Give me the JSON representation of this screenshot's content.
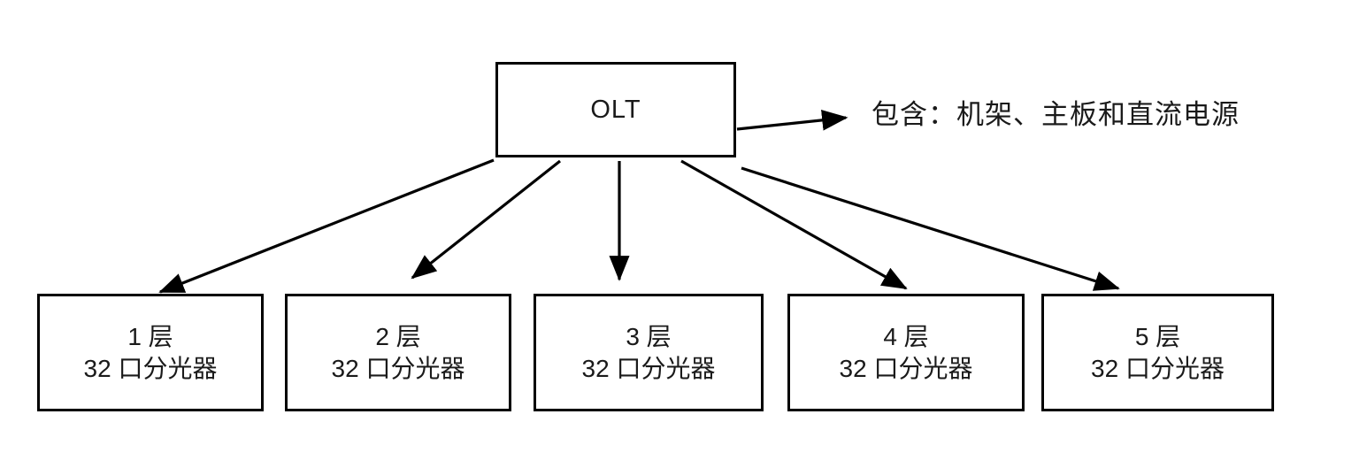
{
  "diagram": {
    "title_node": {
      "label": "OLT",
      "note_arrow_icon": "arrow-right-icon"
    },
    "side_note": "包含：机架、主板和直流电源",
    "leaf_nodes": [
      {
        "line1": "1 层",
        "line2": "32 口分光器"
      },
      {
        "line1": "2 层",
        "line2": "32 口分光器"
      },
      {
        "line1": "3 层",
        "line2": "32 口分光器"
      },
      {
        "line1": "4 层",
        "line2": "32 口分光器"
      },
      {
        "line1": "5 层",
        "line2": "32 口分光器"
      }
    ],
    "colors": {
      "stroke": "#000000",
      "text": "#1a1a1a",
      "background": "#ffffff"
    },
    "edges": [
      {
        "from": "OLT",
        "to": "1 层 32 口分光器"
      },
      {
        "from": "OLT",
        "to": "2 层 32 口分光器"
      },
      {
        "from": "OLT",
        "to": "3 层 32 口分光器"
      },
      {
        "from": "OLT",
        "to": "4 层 32 口分光器"
      },
      {
        "from": "OLT",
        "to": "5 层 32 口分光器"
      },
      {
        "from": "OLT",
        "to": "包含：机架、主板和直流电源"
      }
    ]
  }
}
